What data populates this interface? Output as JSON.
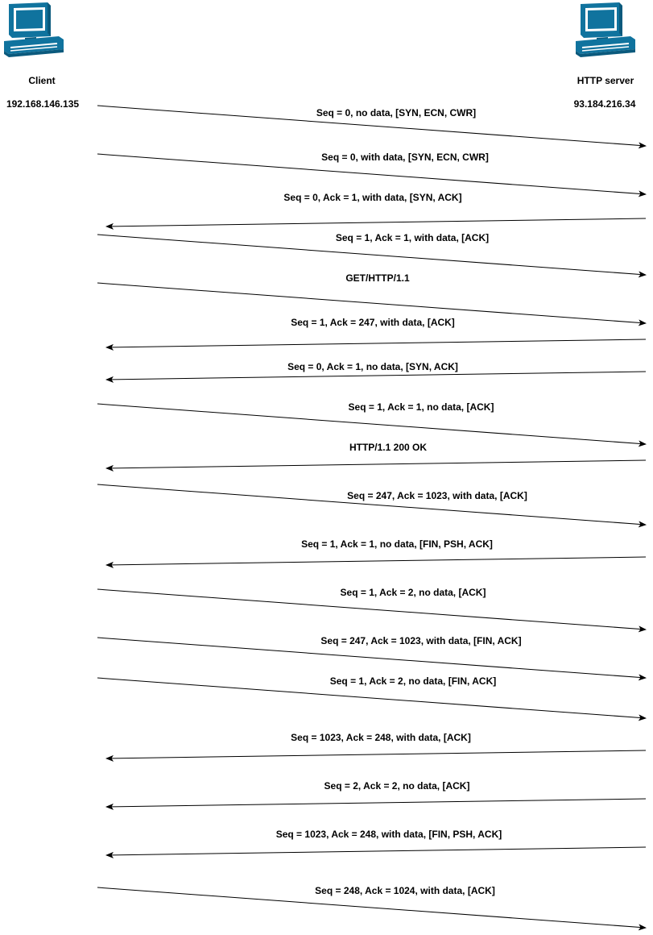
{
  "client": {
    "name": "Client",
    "ip": "192.168.146.135"
  },
  "server": {
    "name": "HTTP server",
    "ip": "93.184.216.34"
  },
  "colors": {
    "icon_fill": "#10739E",
    "icon_dark": "#0B5A7D",
    "line": "#000000"
  },
  "icons": {
    "client": "computer-icon",
    "server": "computer-icon"
  },
  "messages": [
    {
      "label": "Seq = 0, no data, [SYN, ECN, CWR]",
      "direction": "to-server"
    },
    {
      "label": "Seq = 0, with data, [SYN, ECN, CWR]",
      "direction": "to-server"
    },
    {
      "label": "Seq = 0, Ack = 1, with data, [SYN, ACK]",
      "direction": "to-client"
    },
    {
      "label": "Seq = 1, Ack = 1, with data, [ACK]",
      "direction": "to-server"
    },
    {
      "label": "GET/HTTP/1.1",
      "direction": "to-server"
    },
    {
      "label": "Seq = 1, Ack = 247, with data, [ACK]",
      "direction": "to-client"
    },
    {
      "label": "Seq = 0, Ack = 1, no data, [SYN, ACK]",
      "direction": "to-client"
    },
    {
      "label": "Seq = 1, Ack = 1, no data, [ACK]",
      "direction": "to-server"
    },
    {
      "label": "HTTP/1.1 200 OK",
      "direction": "to-client"
    },
    {
      "label": "Seq = 247, Ack = 1023, with data, [ACK]",
      "direction": "to-server"
    },
    {
      "label": "Seq = 1, Ack = 1, no data, [FIN, PSH, ACK]",
      "direction": "to-client"
    },
    {
      "label": "Seq = 1, Ack = 2, no data, [ACK]",
      "direction": "to-server"
    },
    {
      "label": "Seq = 247, Ack = 1023, with data, [FIN, ACK]",
      "direction": "to-server"
    },
    {
      "label": "Seq = 1, Ack = 2, no data, [FIN, ACK]",
      "direction": "to-server"
    },
    {
      "label": "Seq = 1023, Ack = 248, with data, [ACK]",
      "direction": "to-client"
    },
    {
      "label": "Seq = 2, Ack = 2, no data, [ACK]",
      "direction": "to-client"
    },
    {
      "label": "Seq = 1023, Ack = 248, with data, [FIN, PSH, ACK]",
      "direction": "to-client"
    },
    {
      "label": "Seq = 248, Ack = 1024, with data, [ACK]",
      "direction": "to-server"
    }
  ]
}
